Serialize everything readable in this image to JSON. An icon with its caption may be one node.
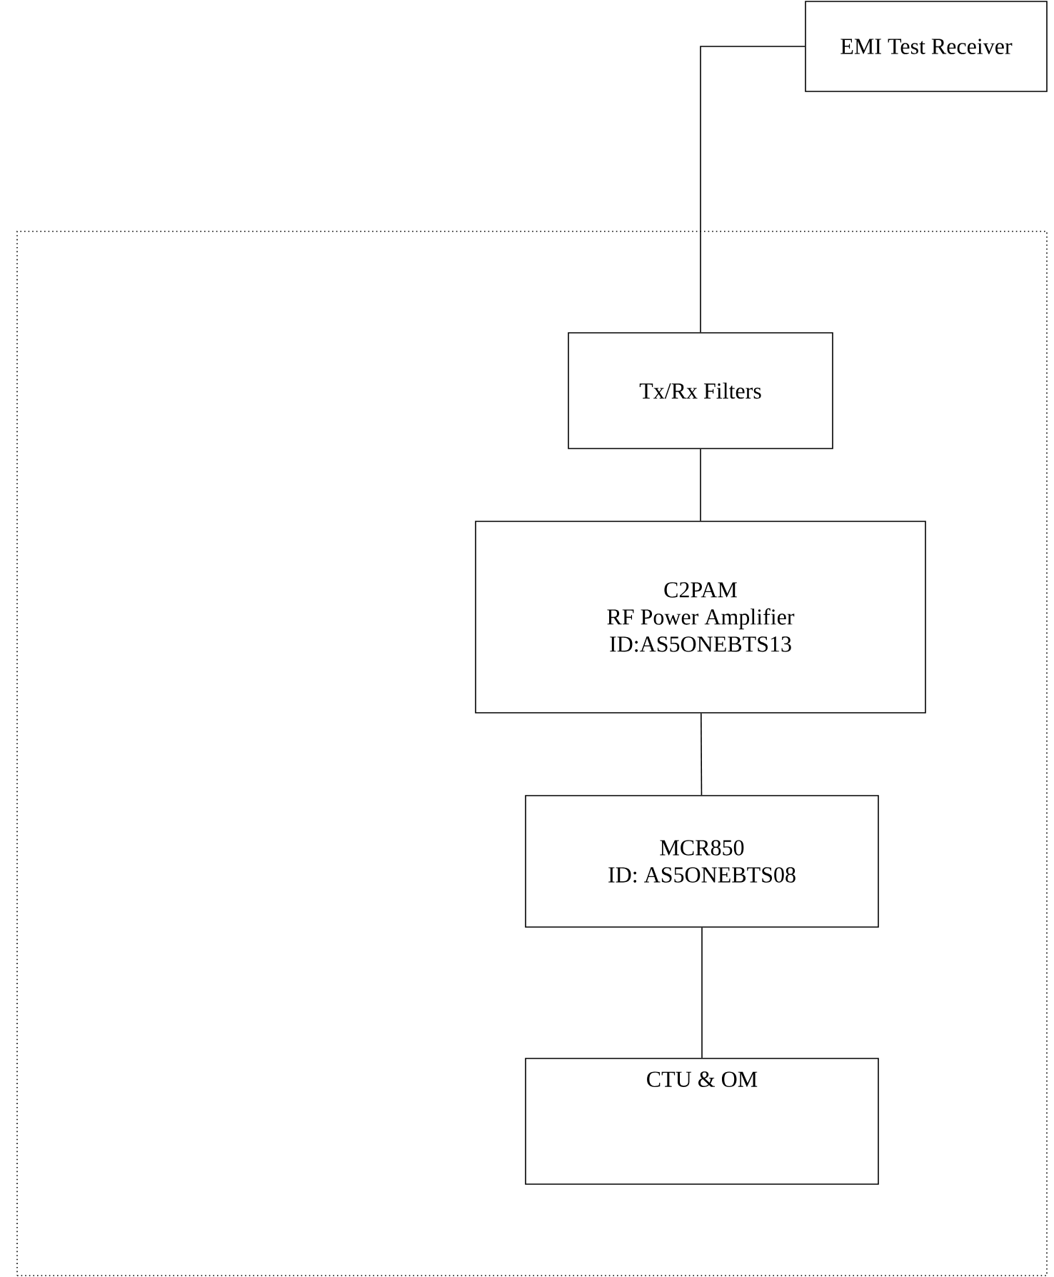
{
  "diagram": {
    "nodes": [
      {
        "text": [],
        "shape": "box"
      },
      {
        "text": [
          "EMI Test Receiver"
        ]
      },
      {
        "text": [
          "Tx/Rx Filters"
        ],
        "in": 0
      },
      {
        "text": [
          "C2PAM",
          "RF Power Amplifier",
          "ID:AS5ONEBTS13"
        ],
        "in": 0
      },
      {
        "text": [
          "MCR850",
          "ID: AS5ONEBTS08"
        ],
        "in": 0
      },
      {
        "text": [
          "CTU & OM"
        ],
        "in": 0
      }
    ],
    "edges": [
      {
        "from": 2,
        "to": 1,
        "arrow": "none"
      },
      {
        "from": 2,
        "to": 3,
        "arrow": "none"
      },
      {
        "from": 3,
        "to": 4,
        "arrow": "none"
      },
      {
        "from": 4,
        "to": 5,
        "arrow": "none"
      }
    ]
  }
}
